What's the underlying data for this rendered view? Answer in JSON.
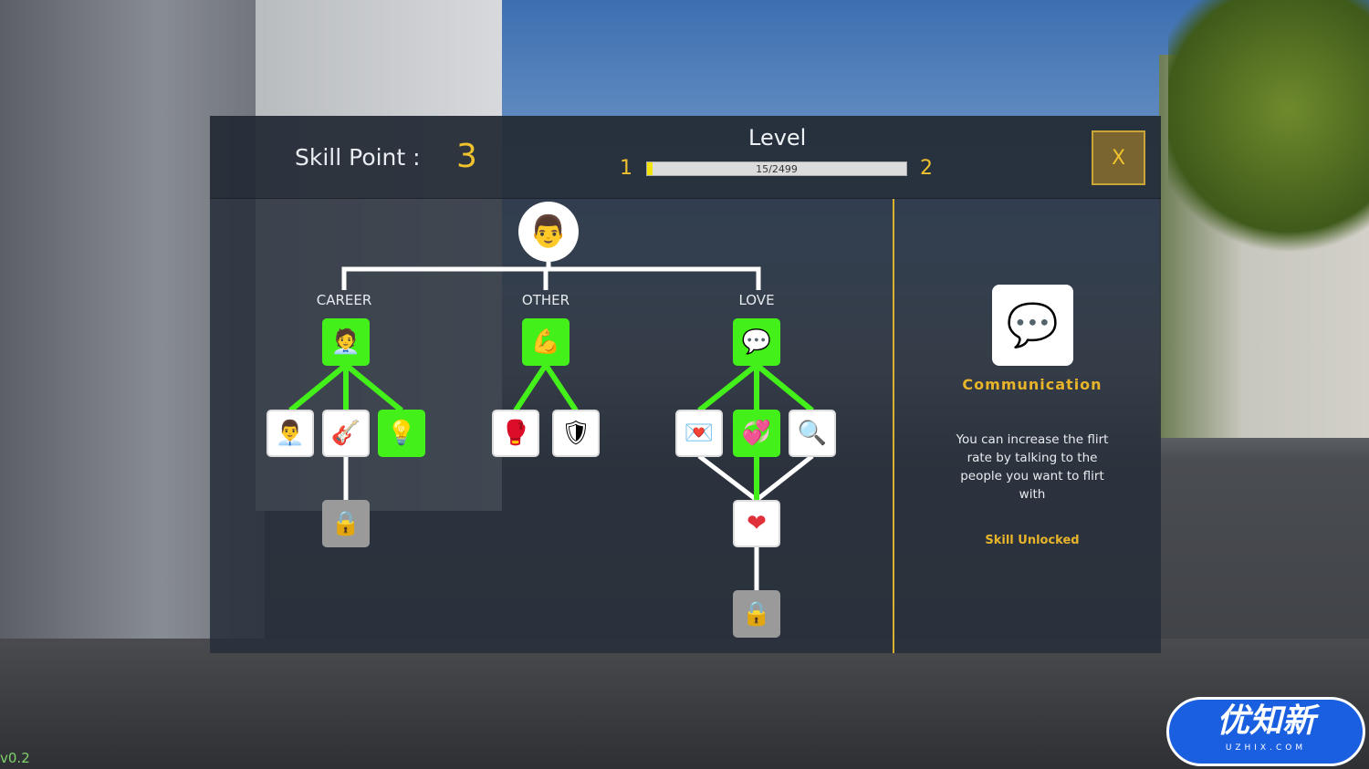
{
  "header": {
    "skill_point_label": "Skill Point :",
    "skill_points": "3",
    "level_title": "Level",
    "level_current": "1",
    "level_next": "2",
    "xp_text": "15/2499",
    "xp_progress": 0.006,
    "close_label": "X"
  },
  "tree": {
    "categories": [
      "CAREER",
      "OTHER",
      "LOVE"
    ],
    "avatar_icon": "👨",
    "nodes": {
      "career_root": "🧑‍💼",
      "career_a": "👨‍💼",
      "career_b": "🎸",
      "career_c": "💡",
      "career_lock": "🔒",
      "other_root": "💪",
      "other_a": "🥊",
      "other_b": "🛡",
      "love_root": "💬",
      "love_a": "💌",
      "love_b": "💞",
      "love_c": "🔍",
      "love_heart": "❤",
      "love_lock": "🔒"
    }
  },
  "info": {
    "icon": "💬",
    "title": "Communication",
    "description": "You can increase the flirt rate by talking to the people you want to flirt with",
    "status": "Skill Unlocked"
  },
  "version": "v0.2",
  "watermark": {
    "text": "优知新",
    "sub": "UZHIX.COM"
  },
  "colors": {
    "accent": "#f0c22e",
    "unlocked": "#44f01a"
  }
}
